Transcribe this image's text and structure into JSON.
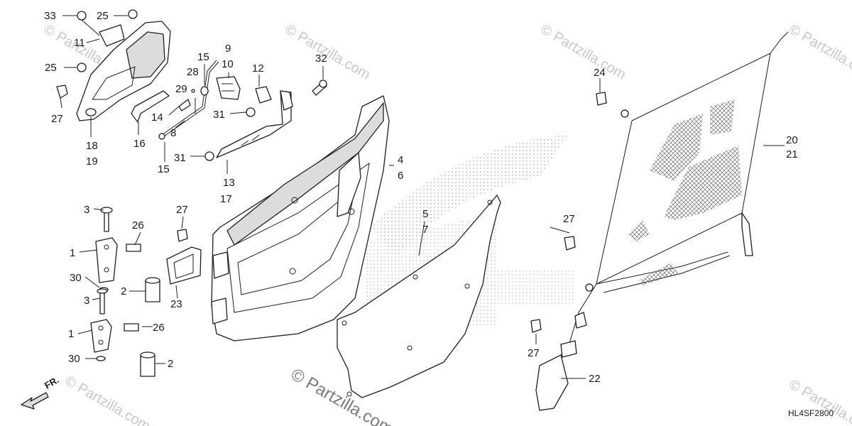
{
  "diagram": {
    "code": "HL4SF2800",
    "direction_label": "FR.",
    "watermark": "© Partzilla.com",
    "parts": [
      {
        "ref": "1"
      },
      {
        "ref": "2"
      },
      {
        "ref": "3"
      },
      {
        "ref": "4"
      },
      {
        "ref": "5"
      },
      {
        "ref": "6"
      },
      {
        "ref": "7"
      },
      {
        "ref": "8"
      },
      {
        "ref": "9"
      },
      {
        "ref": "10"
      },
      {
        "ref": "11"
      },
      {
        "ref": "12"
      },
      {
        "ref": "13"
      },
      {
        "ref": "14"
      },
      {
        "ref": "15"
      },
      {
        "ref": "16"
      },
      {
        "ref": "17"
      },
      {
        "ref": "18"
      },
      {
        "ref": "19"
      },
      {
        "ref": "20"
      },
      {
        "ref": "21"
      },
      {
        "ref": "22"
      },
      {
        "ref": "23"
      },
      {
        "ref": "24"
      },
      {
        "ref": "25"
      },
      {
        "ref": "26"
      },
      {
        "ref": "27"
      },
      {
        "ref": "28"
      },
      {
        "ref": "29"
      },
      {
        "ref": "30"
      },
      {
        "ref": "31"
      },
      {
        "ref": "32"
      },
      {
        "ref": "33"
      }
    ]
  }
}
